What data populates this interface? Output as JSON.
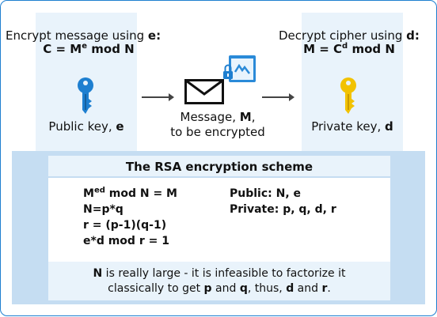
{
  "encrypt": {
    "heading_prefix": "Encrypt message using ",
    "heading_key": "e:",
    "formula_left": "C = M",
    "formula_sup": "e",
    "formula_right": " mod N",
    "key_label": "Public key, ",
    "key_name": "e"
  },
  "decrypt": {
    "heading_prefix": "Decrypt cipher using ",
    "heading_key": "d:",
    "formula_left": "M = C",
    "formula_sup": "d",
    "formula_right": " mod N",
    "key_label": "Private key, ",
    "key_name": "d"
  },
  "message": {
    "line1_prefix": "Message, ",
    "line1_symbol": "M",
    "line1_suffix": ",",
    "line2": "to be encrypted"
  },
  "scheme": {
    "title": "The RSA encryption scheme",
    "formulas": {
      "f1_left": "M",
      "f1_sup": "ed",
      "f1_right": " mod N = M",
      "f2": "N=p*q",
      "f3": "r = (p-1)(q-1)",
      "f4": "e*d mod r = 1",
      "public": "Public: N, e",
      "private": "Private: p, q, d, r"
    },
    "note": {
      "p1": "N",
      "p2": " is really large - it is infeasible to factorize it",
      "p3": "classically to get ",
      "p4": "p",
      "p5": " and ",
      "p6": "q",
      "p7": ", thus, ",
      "p8": "d",
      "p9": " and ",
      "p10": "r",
      "p11": "."
    }
  },
  "colors": {
    "border": "#1e7fd0",
    "light_panel": "#e9f3fb",
    "band": "#c5ddf2",
    "public_key": "#1e7fd0",
    "private_key": "#f2c200"
  },
  "icons": {
    "public_key": "key-icon",
    "private_key": "key-icon",
    "message": "envelope-icon",
    "secure_app": "lock-window-icon"
  }
}
